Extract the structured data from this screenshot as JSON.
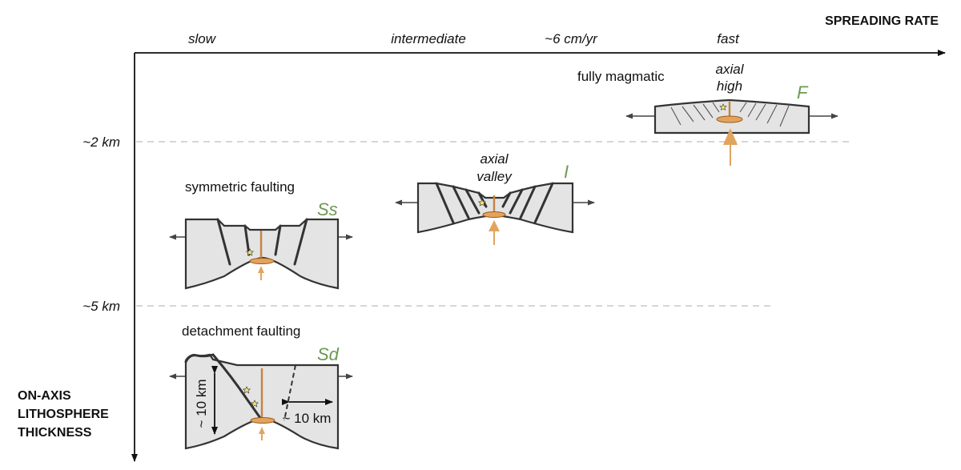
{
  "axes": {
    "x_title": "SPREADING RATE",
    "y_title_lines": [
      "ON-AXIS",
      "LITHOSPHERE",
      "THICKNESS"
    ]
  },
  "rate_labels": {
    "slow": "slow",
    "intermediate": "intermediate",
    "rate": "~6 cm/yr",
    "fast": "fast"
  },
  "depth_labels": {
    "two_km": "~2 km",
    "five_km": "~5 km"
  },
  "panels": {
    "fast": {
      "style_label": "fully magmatic",
      "morph_line1": "axial",
      "morph_line2": "high",
      "code": "F"
    },
    "intermediate": {
      "morph_line1": "axial",
      "morph_line2": "valley",
      "code": "I"
    },
    "symmetric": {
      "style_label": "symmetric faulting",
      "code": "Ss"
    },
    "detachment": {
      "style_label": "detachment faulting",
      "code": "Sd",
      "vertical_scale": "~ 10 km",
      "horizontal_scale": "~ 10 km"
    }
  },
  "colors": {
    "code_green": "#6a9a52",
    "melt_orange": "#e1a45e",
    "block_gray": "#e4e4e4"
  }
}
